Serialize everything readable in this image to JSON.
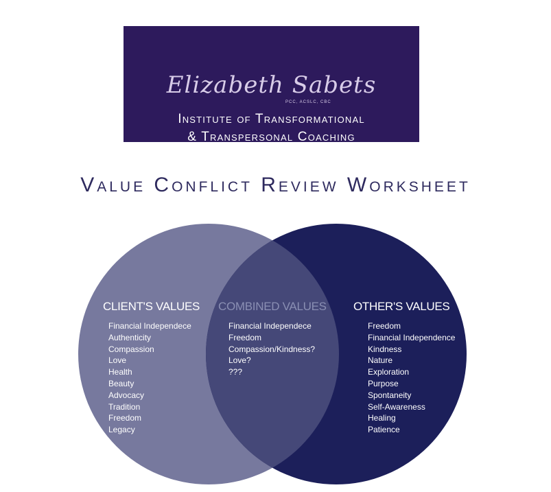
{
  "logo": {
    "script_name": "Elizabeth Sabets",
    "credentials": "PCC, ACSLC, CBC",
    "line1": "Institute of Transformational",
    "line2": "& Transpersonal Coaching"
  },
  "title": "Value Conflict Review Worksheet",
  "venn": {
    "colors": {
      "client": "#77799e",
      "other": "#1c1f5a",
      "overlap": "#454878",
      "logo_bg": "#2d1a5c",
      "title_text": "#2e2a5e"
    },
    "client": {
      "heading": "CLIENT'S VALUES",
      "items": [
        "Financial Independece",
        "Authenticity",
        "Compassion",
        "Love",
        "Health",
        "Beauty",
        "Advocacy",
        "Tradition",
        "Freedom",
        "Legacy"
      ]
    },
    "combined": {
      "heading": "COMBINED VALUES",
      "items": [
        "Financial Independece",
        "Freedom",
        "Compassion/Kindness?",
        "Love?",
        "???"
      ]
    },
    "other": {
      "heading": "OTHER'S VALUES",
      "items": [
        "Freedom",
        "Financial Independence",
        "Kindness",
        "Nature",
        "Exploration",
        "Purpose",
        "Spontaneity",
        "Self-Awareness",
        "Healing",
        "Patience"
      ]
    }
  }
}
